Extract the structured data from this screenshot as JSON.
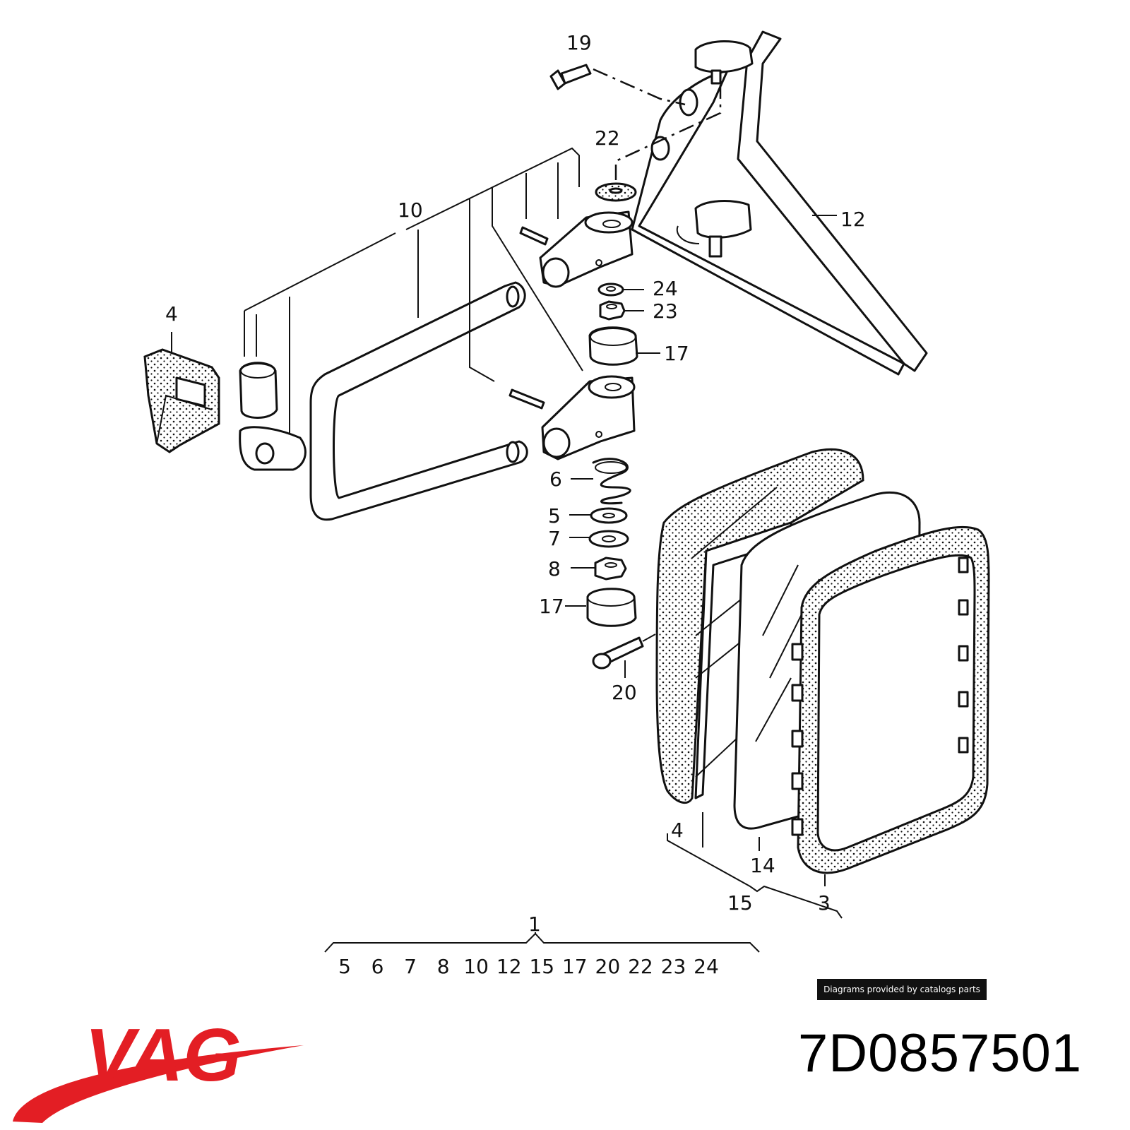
{
  "brand": {
    "logo_text": "VAG",
    "logo_color": "#e31e24"
  },
  "part_number": "7D0857501",
  "credit": "Diagrams provided by catalogs parts",
  "callouts": {
    "c19": "19",
    "c22": "22",
    "c10": "10",
    "c12": "12",
    "c24": "24",
    "c23": "23",
    "c4a": "4",
    "c17a": "17",
    "c6": "6",
    "c5": "5",
    "c7": "7",
    "c8": "8",
    "c17b": "17",
    "c20": "20",
    "c4b": "4",
    "c14": "14",
    "c15": "15",
    "c3": "3",
    "c1": "1"
  },
  "assembly_1_parts": [
    "5",
    "6",
    "7",
    "8",
    "10",
    "12",
    "15",
    "17",
    "20",
    "22",
    "23",
    "24"
  ]
}
